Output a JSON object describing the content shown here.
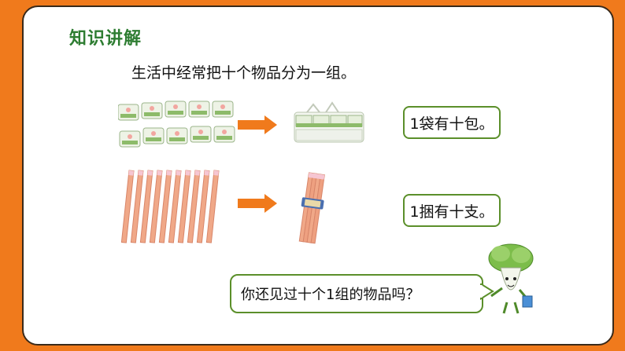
{
  "slide": {
    "title": "知识讲解",
    "intro": "生活中经常把十个物品分为一组。",
    "rows": [
      {
        "answer": "1袋有十包。"
      },
      {
        "answer": "1捆有十支。"
      }
    ],
    "question": "你还见过十个1组的物品吗？"
  },
  "colors": {
    "background": "#f07a1c",
    "title": "#2e7d32",
    "arrow": "#f07a1c",
    "box_border": "#5b8f2a"
  },
  "icons": [
    "tissue-pack-icon",
    "tissue-bag-icon",
    "pencil-icon",
    "pencil-bundle-icon",
    "arrow-right-icon",
    "cabbage-mascot-icon"
  ]
}
